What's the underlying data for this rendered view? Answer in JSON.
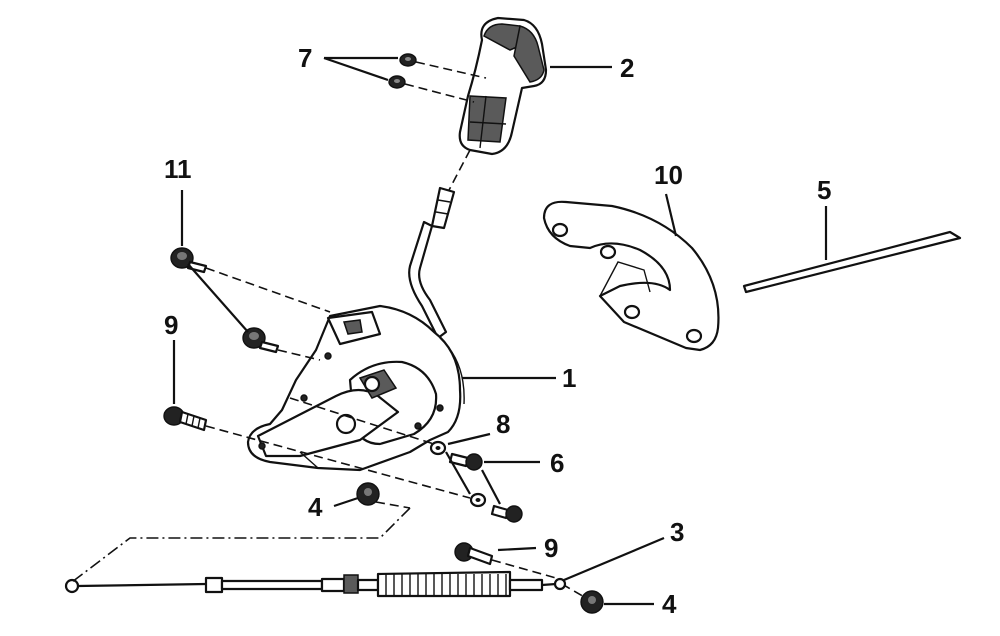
{
  "diagram": {
    "callouts": {
      "c1": "1",
      "c2": "2",
      "c3": "3",
      "c4a": "4",
      "c4b": "4",
      "c5": "5",
      "c6": "6",
      "c7": "7",
      "c8": "8",
      "c9a": "9",
      "c9b": "9",
      "c10": "10",
      "c11": "11"
    }
  }
}
